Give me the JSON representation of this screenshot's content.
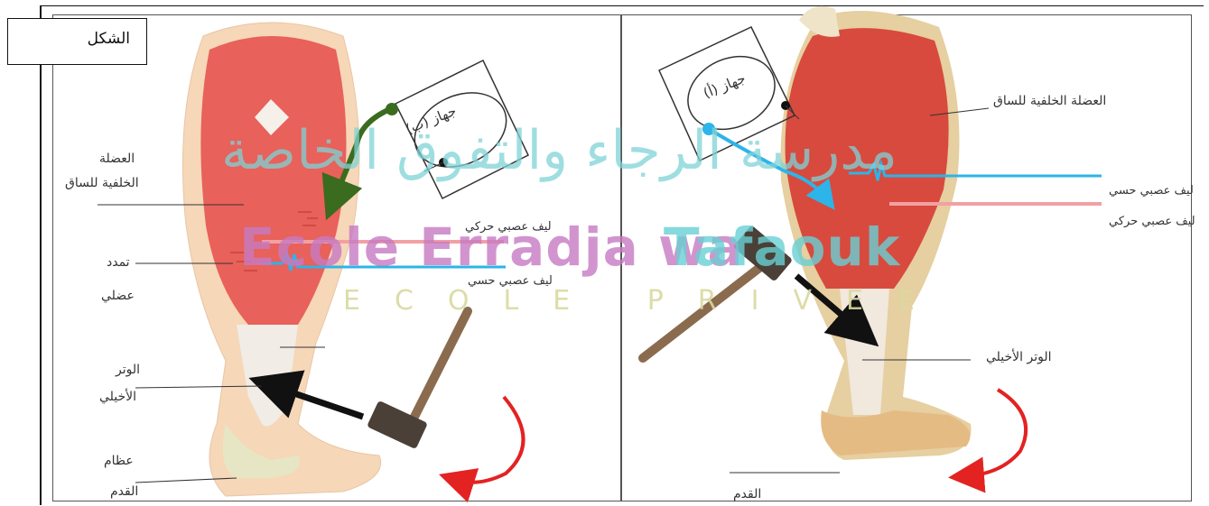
{
  "figure_tag": "الشكل",
  "right_panel": {
    "device_label": "جهاز (أ)",
    "muscle_label": "العضلة الخلفية للساق",
    "sensory_fiber_label": "ليف عصبي حسي",
    "motor_fiber_label": "ليف عصبي حركي",
    "tendon_label": "الوتر الأخيلي",
    "foot_label": "القدم"
  },
  "left_panel": {
    "device_label": "جهاز (ب)",
    "muscle_label_line1": "العضلة",
    "muscle_label_line2": "الخلفية للساق",
    "motor_fiber_label": "ليف عصبي حركي",
    "sensory_fiber_label": "ليف عصبي حسي",
    "stretch_label_line1": "تمدد",
    "stretch_label_line2": "عضلي",
    "tendon_label_line1": "الوتر",
    "tendon_label_line2": "الأخيلي",
    "bones_label_line1": "عظام",
    "bones_label_line2": "القدم"
  },
  "watermark": {
    "arabic": "مدرسة الرجاء والتفوق الخاصة",
    "latin_part1": "Ecole Erradja wa",
    "latin_part2": "Tafaouk",
    "subtitle": "ECOLE PRIVEE"
  },
  "colors": {
    "muscle": "#e8615a",
    "sensory_fiber": "#2db4e8",
    "motor_fiber": "#f2a0a4",
    "arrow_rotation": "#e32222",
    "hammer": "#5a4b3a"
  }
}
